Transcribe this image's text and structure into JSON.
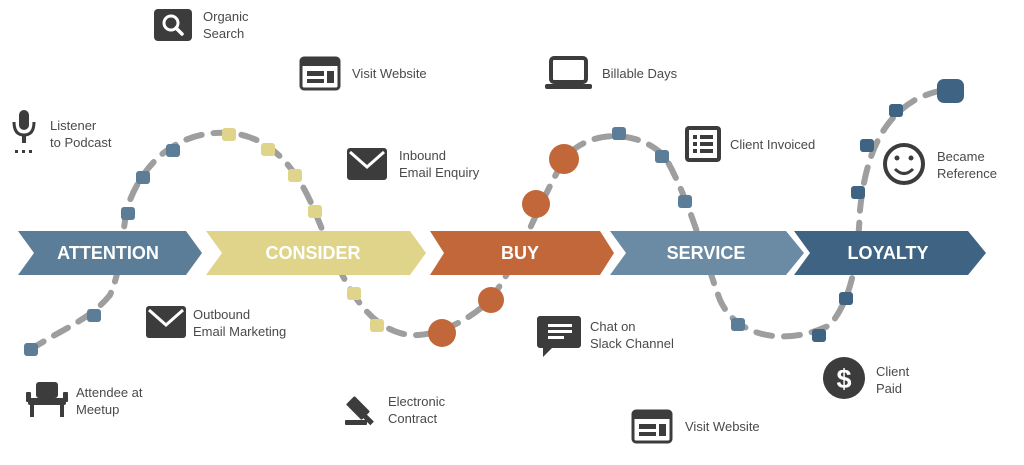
{
  "stages": [
    {
      "label": "ATTENTION",
      "color": "#5b7d98"
    },
    {
      "label": "CONSIDER",
      "color": "#e0d48a"
    },
    {
      "label": "BUY",
      "color": "#c2673a"
    },
    {
      "label": "SERVICE",
      "color": "#6b8aa3"
    },
    {
      "label": "LOYALTY",
      "color": "#3f6382"
    }
  ],
  "touchpoints": [
    {
      "icon": "microphone-icon",
      "lines": [
        "Listener",
        "to Podcast"
      ]
    },
    {
      "icon": "search-icon",
      "lines": [
        "Organic",
        "Search"
      ]
    },
    {
      "icon": "browser-window-icon",
      "lines": [
        "Visit Website"
      ]
    },
    {
      "icon": "envelope-icon",
      "lines": [
        "Inbound",
        "Email Enquiry"
      ]
    },
    {
      "icon": "laptop-icon",
      "lines": [
        "Billable Days"
      ]
    },
    {
      "icon": "list-document-icon",
      "lines": [
        "Client Invoiced"
      ]
    },
    {
      "icon": "smiley-icon",
      "lines": [
        "Became",
        "Reference"
      ]
    },
    {
      "icon": "chair-icon",
      "lines": [
        "Attendee at",
        "Meetup"
      ]
    },
    {
      "icon": "envelope-icon",
      "lines": [
        "Outbound",
        "Email Marketing"
      ]
    },
    {
      "icon": "gavel-icon",
      "lines": [
        "Electronic",
        "Contract"
      ]
    },
    {
      "icon": "chat-bubble-icon",
      "lines": [
        "Chat on",
        "Slack Channel"
      ]
    },
    {
      "icon": "browser-window-icon",
      "lines": [
        "Visit Website"
      ]
    },
    {
      "icon": "dollar-coin-icon",
      "lines": [
        "Client",
        "Paid"
      ]
    }
  ],
  "colors": {
    "path": "#9e9e9e",
    "dot_attention": "#5b7d98",
    "dot_consider": "#e0d48a",
    "dot_buy": "#c2673a",
    "dot_loyalty": "#3f6382",
    "icon": "#3c3c3c",
    "text": "#4a4a4a"
  }
}
